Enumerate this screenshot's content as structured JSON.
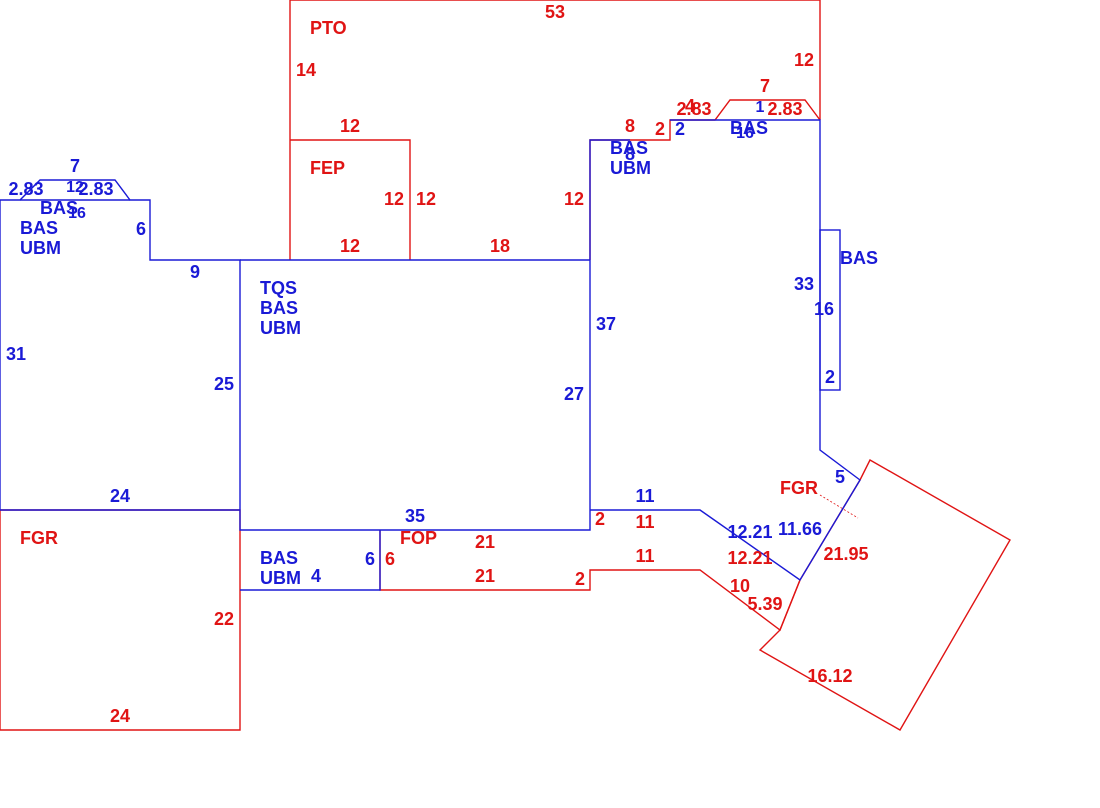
{
  "colors": {
    "main_area": "#1a1ad6",
    "sub_area": "#e01414",
    "background": "#ffffff"
  },
  "areas": {
    "pto": "PTO",
    "fep": "FEP",
    "tqs": "TQS",
    "bas": "BAS",
    "ubm": "UBM",
    "fgr": "FGR",
    "fop": "FOP"
  },
  "dims": {
    "d53": "53",
    "d14": "14",
    "d12": "12",
    "d18": "18",
    "d8": "8",
    "d7": "7",
    "d2": "2",
    "d4": "4",
    "d6": "6",
    "d9": "9",
    "d10": "10",
    "d11": "11",
    "d16": "16",
    "d21": "21",
    "d22": "22",
    "d24": "24",
    "d25": "25",
    "d27": "27",
    "d31": "31",
    "d33": "33",
    "d35": "35",
    "d37": "37",
    "d5": "5",
    "d1": "1",
    "d283": "2.83",
    "d1221": "12.21",
    "d1166": "11.66",
    "d2195": "21.95",
    "d539": "5.39",
    "d1612": "16.12"
  }
}
